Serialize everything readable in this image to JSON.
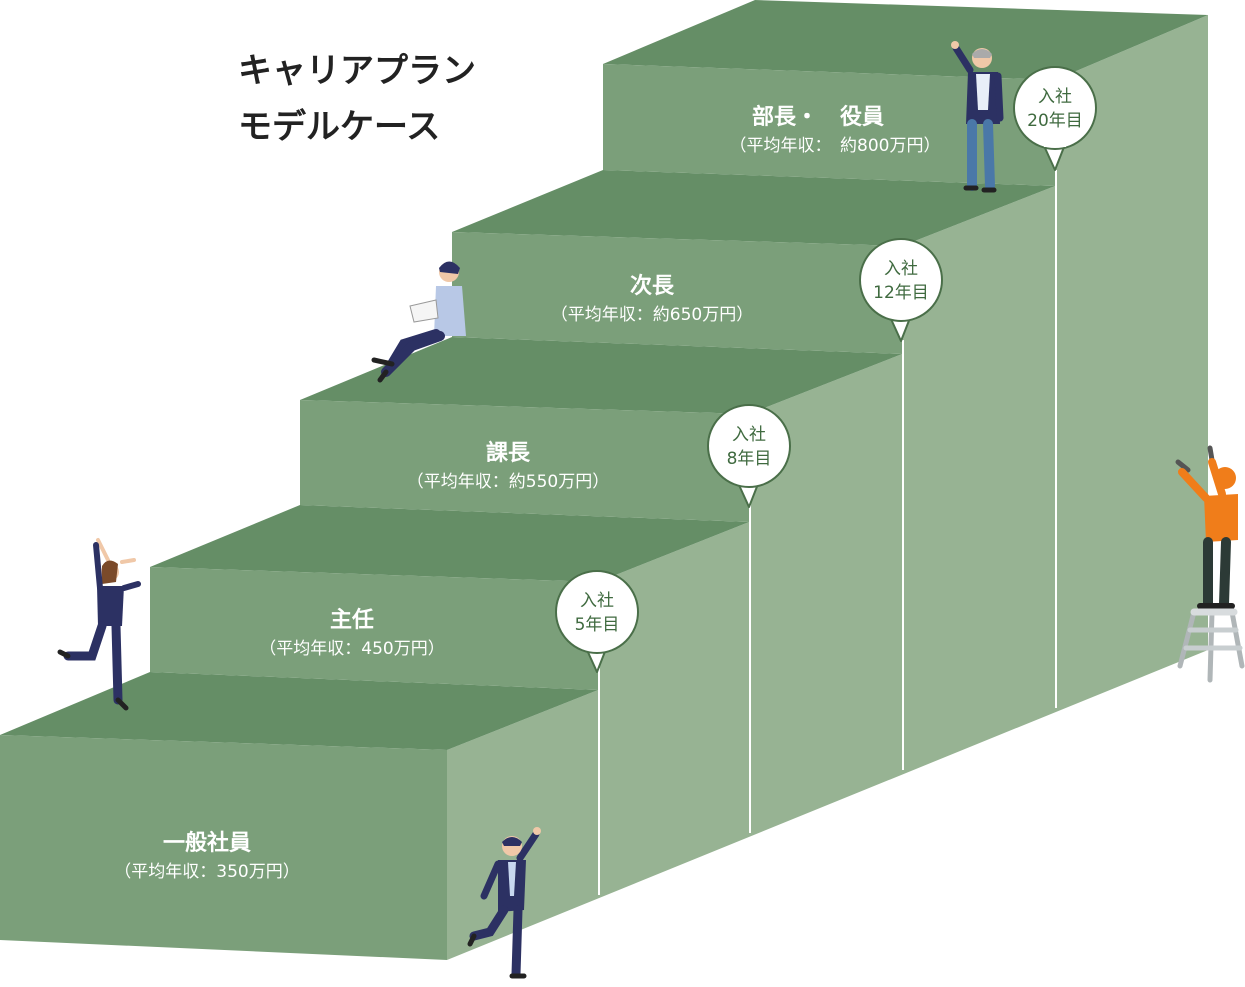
{
  "title": {
    "line1": "キャリアプラン",
    "line2": "モデルケース"
  },
  "colors": {
    "top_face": "#658e66",
    "front_face": "#7b9f7a",
    "side_face": "#97b393",
    "divider": "#ffffff",
    "bubble_border": "#4a6f49",
    "text_dark": "#222222"
  },
  "steps": [
    {
      "title": "一般社員",
      "salary": "（平均年収：350万円）"
    },
    {
      "title": "主任",
      "salary": "（平均年収：450万円）"
    },
    {
      "title": "課長",
      "salary": "（平均年収：約550万円）"
    },
    {
      "title": "次長",
      "salary": "（平均年収：約650万円）"
    },
    {
      "title": "部長・　役員",
      "salary": "（平均年収：　約800万円）"
    }
  ],
  "milestones": [
    {
      "line1": "入社",
      "line2": "5年目"
    },
    {
      "line1": "入社",
      "line2": "8年目"
    },
    {
      "line1": "入社",
      "line2": "12年目"
    },
    {
      "line1": "入社",
      "line2": "20年目"
    }
  ]
}
